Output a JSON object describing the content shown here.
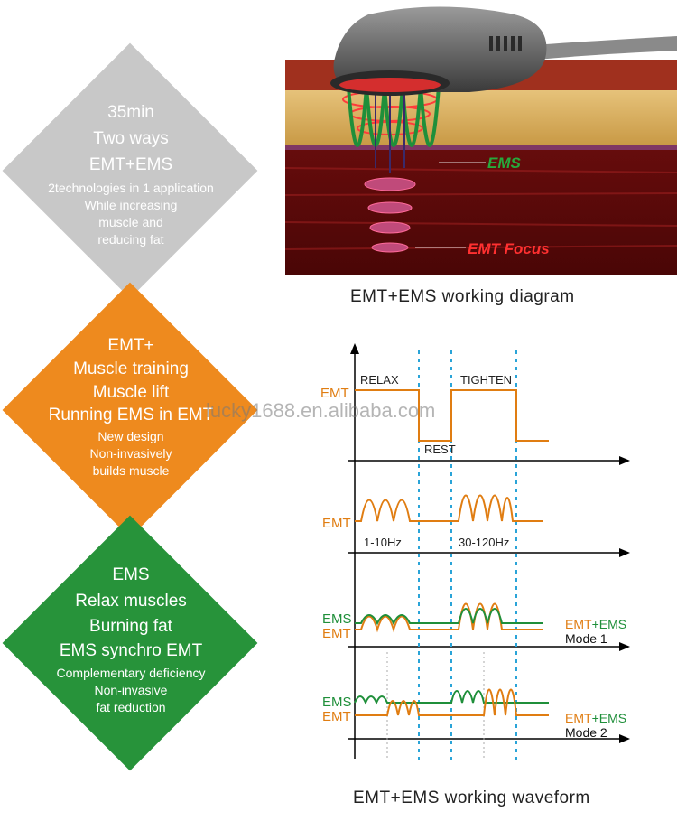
{
  "diamonds": [
    {
      "lines_big": [
        "35min",
        "Two ways",
        "EMT+EMS"
      ],
      "lines_small": [
        "2technologies in 1 application",
        "While increasing",
        "muscle and",
        "reducing fat"
      ],
      "color": "#c8c8c8"
    },
    {
      "lines_big": [
        "EMT+",
        "Muscle training",
        "Muscle lift",
        "Running EMS in EMT"
      ],
      "lines_small": [
        "New design",
        "Non-invasively",
        "builds muscle"
      ],
      "color": "#ee8a1e"
    },
    {
      "lines_big": [
        "EMS",
        "Relax muscles",
        "Burning fat",
        "EMS synchro EMT"
      ],
      "lines_small": [
        "Complementary deficiency",
        "Non-invasive",
        "fat reduction"
      ],
      "color": "#27933a"
    }
  ],
  "diagram": {
    "ems_label": "EMS",
    "emt_focus_label": "EMT  Focus",
    "caption": "EMT+EMS working diagram"
  },
  "waveform": {
    "caption": "EMT+EMS working waveform",
    "relax": "RELAX",
    "tighten": "TIGHTEN",
    "rest": "REST",
    "emt": "EMT",
    "ems": "EMS",
    "freq_low": "1-10Hz",
    "freq_high": "30-120Hz",
    "mode1_combo": "EMT+EMS",
    "mode1": "Mode 1",
    "mode2_combo": "EMT+EMS",
    "mode2": "Mode 2"
  },
  "watermark": "lucky1688.en.alibaba.com",
  "colors": {
    "orange": "#e07d12",
    "green": "#1f8f3a",
    "blue": "#2aa4d8"
  }
}
